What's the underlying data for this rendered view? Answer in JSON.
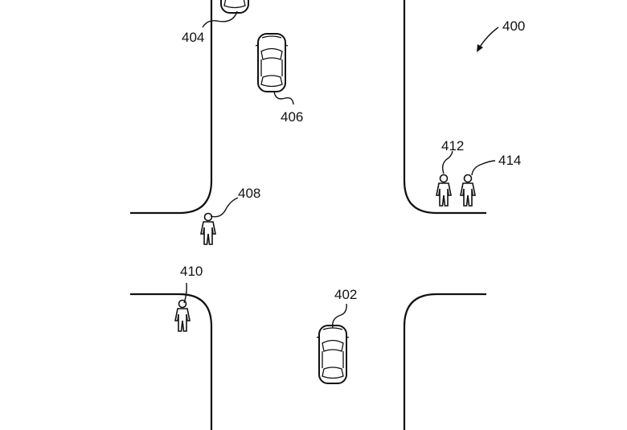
{
  "figure": {
    "figure_ref": "400"
  },
  "vehicles": [
    {
      "ref": "402",
      "icon": "car-icon"
    },
    {
      "ref": "404",
      "icon": "car-icon"
    },
    {
      "ref": "406",
      "icon": "car-icon"
    }
  ],
  "pedestrians": [
    {
      "ref": "408",
      "icon": "pedestrian-icon"
    },
    {
      "ref": "410",
      "icon": "pedestrian-icon"
    },
    {
      "ref": "412",
      "icon": "pedestrian-icon"
    },
    {
      "ref": "414",
      "icon": "pedestrian-icon"
    }
  ],
  "colors": {
    "line": "#111111",
    "background": "#ffffff"
  }
}
